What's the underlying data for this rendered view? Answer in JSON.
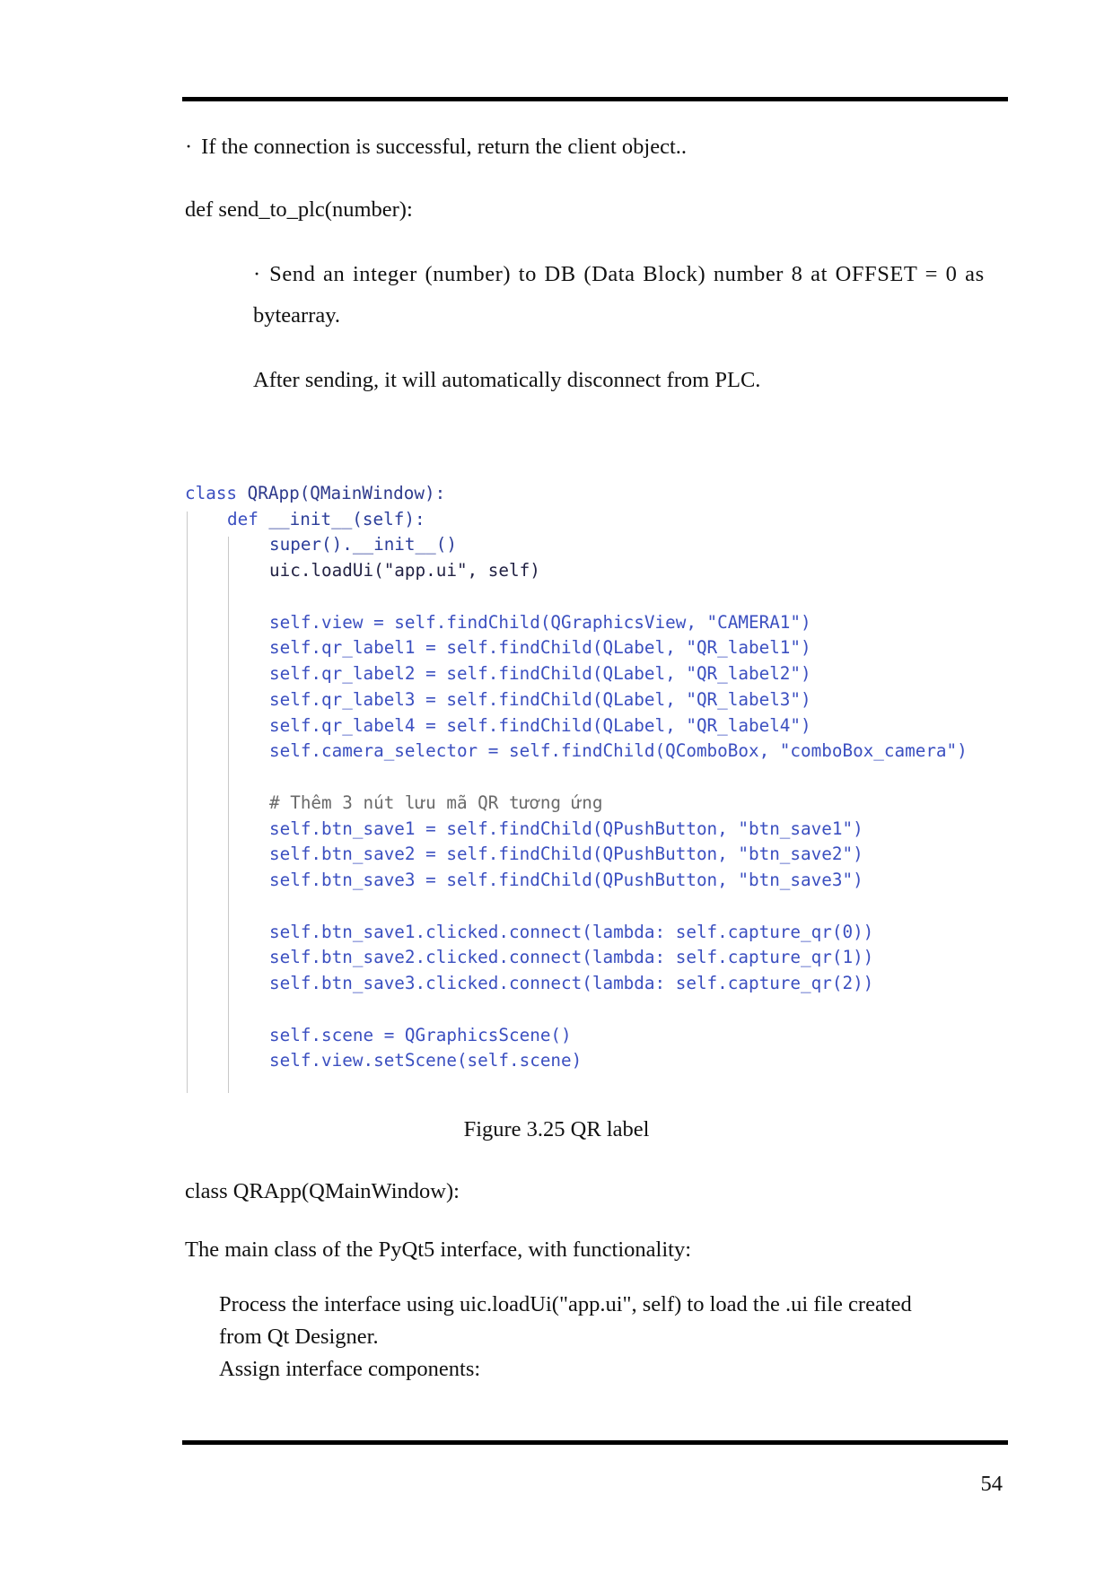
{
  "paragraphs": {
    "bullet_connection": "If the connection is successful, return the client object..",
    "def_send": "def send_to_plc(number):",
    "send_desc_1": "Send an integer (number) to DB (Data Block) number 8 at OFFSET = 0 as",
    "send_desc_2": "bytearray.",
    "after_sending": "After sending, it will automatically disconnect from PLC.",
    "class_decl": "class QRApp(QMainWindow):",
    "main_class_desc": "The main class of the PyQt5 interface, with functionality:",
    "process_desc_1": "Process the interface using uic.loadUi(\"app.ui\", self) to load the .ui file created",
    "process_desc_2": "from Qt Designer.",
    "assign_desc": "Assign interface components:"
  },
  "bullet_symbol": "·",
  "code": {
    "line1": [
      "class",
      " QRApp(QMainWindow):"
    ],
    "line2": [
      "def",
      " __init__(self):"
    ],
    "line3": "super().__init__()",
    "line4": "uic.loadUi(\"app.ui\", self)",
    "line5": "self.view = self.findChild(QGraphicsView, \"CAMERA1\")",
    "line6": "self.qr_label1 = self.findChild(QLabel, \"QR_label1\")",
    "line7": "self.qr_label2 = self.findChild(QLabel, \"QR_label2\")",
    "line8": "self.qr_label3 = self.findChild(QLabel, \"QR_label3\")",
    "line9": "self.qr_label4 = self.findChild(QLabel, \"QR_label4\")",
    "line10": "self.camera_selector = self.findChild(QComboBox, \"comboBox_camera\")",
    "line11": "# Thêm 3 nút lưu mã QR tương ứng",
    "line12": "self.btn_save1 = self.findChild(QPushButton, \"btn_save1\")",
    "line13": "self.btn_save2 = self.findChild(QPushButton, \"btn_save2\")",
    "line14": "self.btn_save3 = self.findChild(QPushButton, \"btn_save3\")",
    "line15": "self.btn_save1.clicked.connect(lambda: self.capture_qr(0))",
    "line16": "self.btn_save2.clicked.connect(lambda: self.capture_qr(1))",
    "line17": "self.btn_save3.clicked.connect(lambda: self.capture_qr(2))",
    "line18": "self.scene = QGraphicsScene()",
    "line19": "self.view.setScene(self.scene)"
  },
  "caption": "Figure 3.25 QR label",
  "page_number": "54",
  "colors": {
    "keyword": "#3b4fc0",
    "string": "#1e2ab0",
    "comment": "#6a6a6a",
    "number": "#2c8c5a"
  }
}
